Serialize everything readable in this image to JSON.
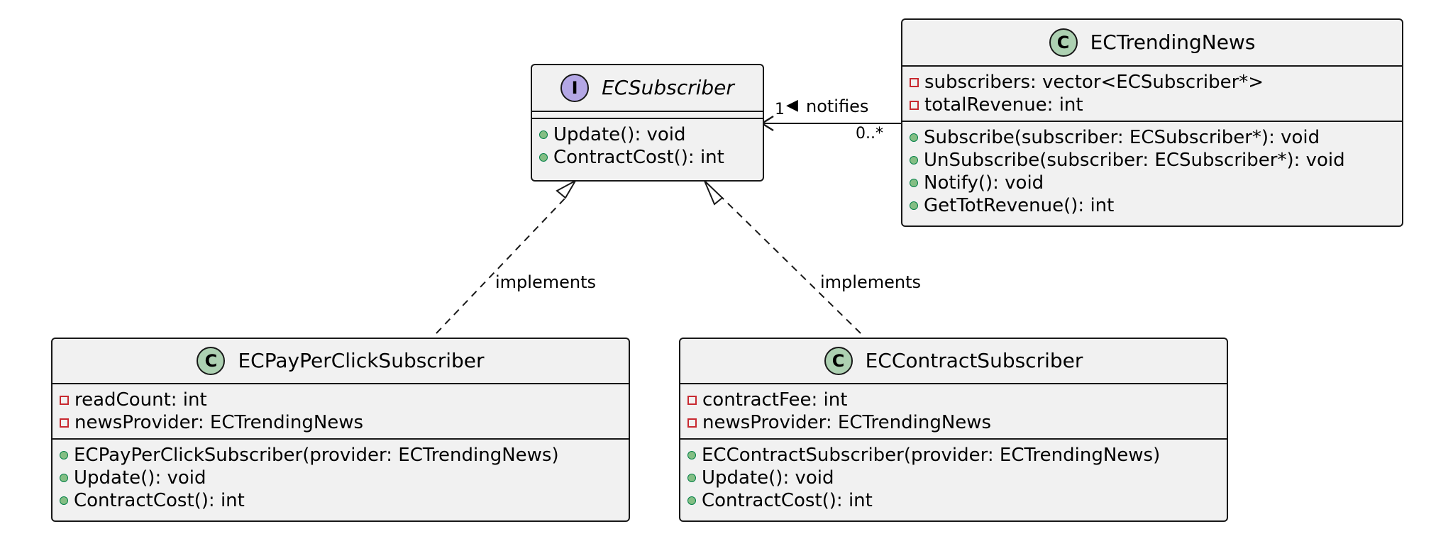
{
  "classes": {
    "ec_subscriber": {
      "stereotype": "I",
      "name": "ECSubscriber",
      "kind": "interface",
      "attributes": [],
      "methods": [
        {
          "visibility": "public",
          "text": "Update(): void"
        },
        {
          "visibility": "public",
          "text": "ContractCost(): int"
        }
      ]
    },
    "ec_trending_news": {
      "stereotype": "C",
      "name": "ECTrendingNews",
      "kind": "class",
      "attributes": [
        {
          "visibility": "private",
          "text": "subscribers: vector<ECSubscriber*>"
        },
        {
          "visibility": "private",
          "text": "totalRevenue: int"
        }
      ],
      "methods": [
        {
          "visibility": "public",
          "text": "Subscribe(subscriber: ECSubscriber*): void"
        },
        {
          "visibility": "public",
          "text": "UnSubscribe(subscriber: ECSubscriber*): void"
        },
        {
          "visibility": "public",
          "text": "Notify(): void"
        },
        {
          "visibility": "public",
          "text": "GetTotRevenue(): int"
        }
      ]
    },
    "ec_pay_per_click_subscriber": {
      "stereotype": "C",
      "name": "ECPayPerClickSubscriber",
      "kind": "class",
      "attributes": [
        {
          "visibility": "private",
          "text": "readCount: int"
        },
        {
          "visibility": "private",
          "text": "newsProvider: ECTrendingNews"
        }
      ],
      "methods": [
        {
          "visibility": "public",
          "text": "ECPayPerClickSubscriber(provider: ECTrendingNews)"
        },
        {
          "visibility": "public",
          "text": "Update(): void"
        },
        {
          "visibility": "public",
          "text": "ContractCost(): int"
        }
      ]
    },
    "ec_contract_subscriber": {
      "stereotype": "C",
      "name": "ECContractSubscriber",
      "kind": "class",
      "attributes": [
        {
          "visibility": "private",
          "text": "contractFee: int"
        },
        {
          "visibility": "private",
          "text": "newsProvider: ECTrendingNews"
        }
      ],
      "methods": [
        {
          "visibility": "public",
          "text": "ECContractSubscriber(provider: ECTrendingNews)"
        },
        {
          "visibility": "public",
          "text": "Update(): void"
        },
        {
          "visibility": "public",
          "text": "ContractCost(): int"
        }
      ]
    }
  },
  "relations": {
    "notifies": {
      "label": "notifies",
      "direction_glyph": "◀",
      "source_multiplicity": "0..*",
      "target_multiplicity": "1"
    },
    "implements_left": {
      "label": "implements"
    },
    "implements_right": {
      "label": "implements"
    }
  },
  "colors": {
    "class_badge": "#add1b2",
    "interface_badge": "#b4a7e5",
    "box_fill": "#f1f1f1",
    "border": "#181818",
    "private_marker": "#c82930",
    "public_marker": "#84be84"
  }
}
